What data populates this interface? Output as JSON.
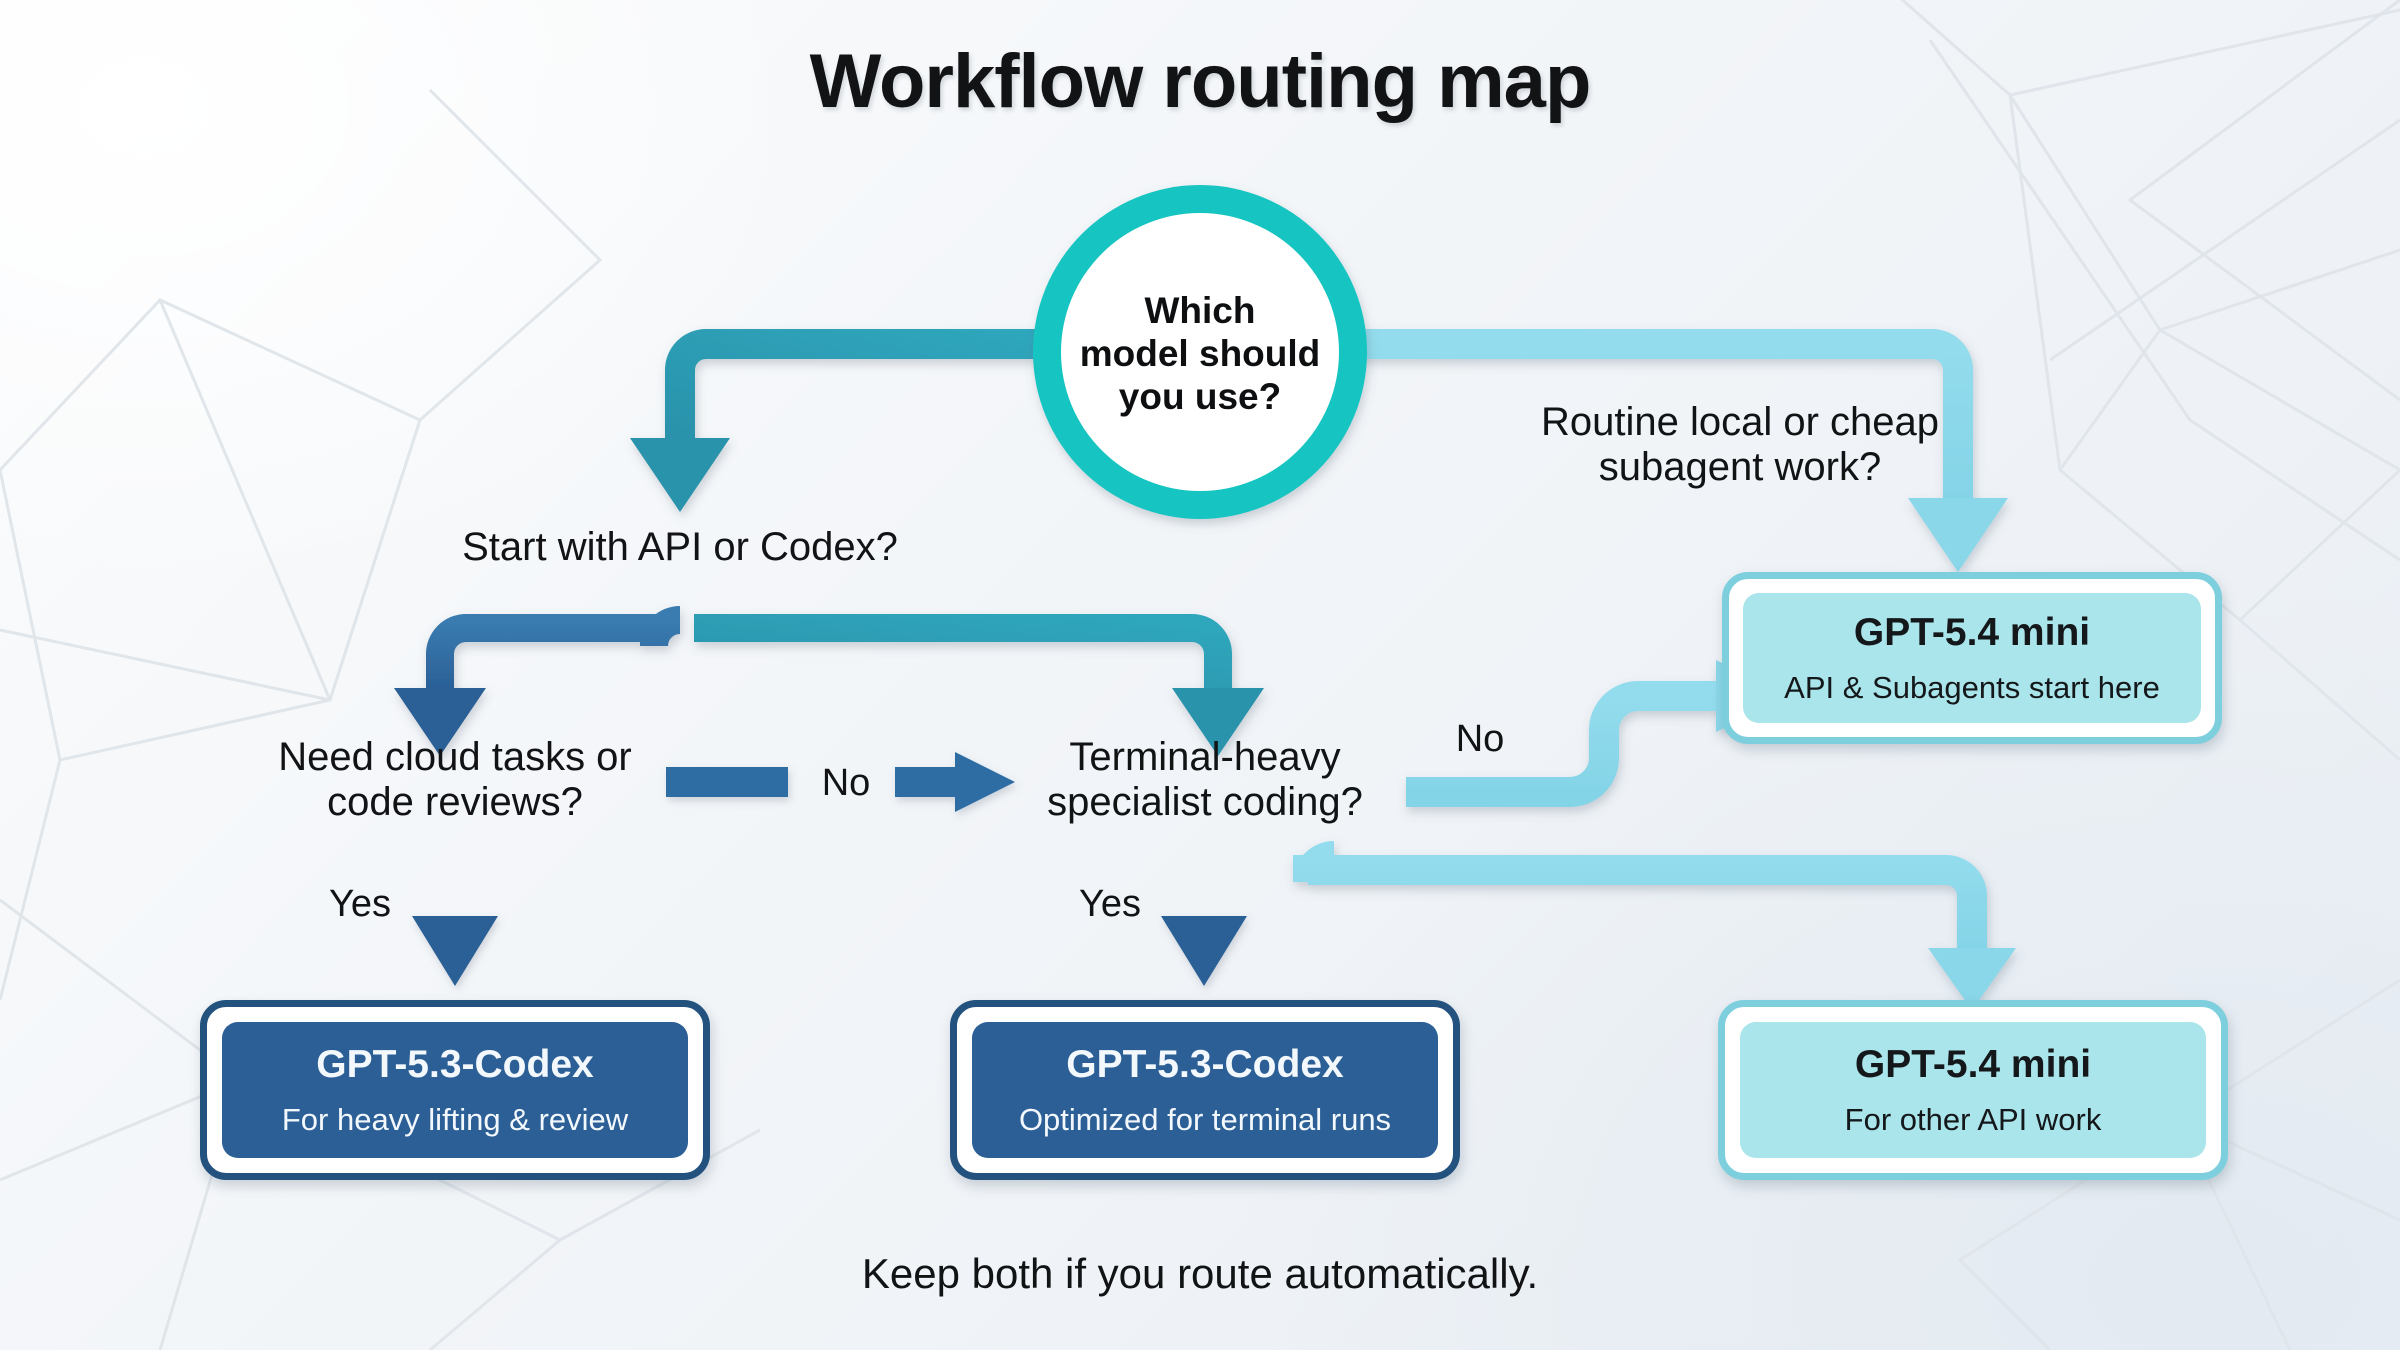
{
  "page": {
    "title": "Workflow routing map",
    "footer": "Keep both if you route automatically."
  },
  "palette": {
    "teal_ring": "#15c5c2",
    "teal_arrow": "#2e9fb6",
    "dark_blue": "#2e6da4",
    "deep_blue": "#2b5f96",
    "light_blue": "#8ddaea",
    "pale_cyan": "#a9e5ea",
    "text": "#111315",
    "background": "#f2f5f8"
  },
  "hub": {
    "name": "root-decision",
    "lines": [
      "Which",
      "model should",
      "you use?"
    ],
    "text": "Which model should you use?"
  },
  "decisions": [
    {
      "id": "start-api-or-codex",
      "lines": [
        "Start with API or Codex?"
      ]
    },
    {
      "id": "need-cloud-tasks",
      "lines": [
        "Need cloud tasks or",
        "code reviews?"
      ]
    },
    {
      "id": "terminal-heavy",
      "lines": [
        "Terminal-heavy",
        "specialist coding?"
      ]
    },
    {
      "id": "routine-local",
      "lines": [
        "Routine local or cheap",
        "subagent work?"
      ]
    }
  ],
  "edge_labels": {
    "yes_left": "Yes",
    "yes_middle": "Yes",
    "no_middle": "No",
    "no_right": "No"
  },
  "cards": [
    {
      "id": "gpt-53-codex-heavy",
      "title": "GPT-5.3-Codex",
      "subtitle": "For heavy lifting & review",
      "theme": "dark",
      "fill": "#2b5f96",
      "border": "#23527f"
    },
    {
      "id": "gpt-53-codex-terminal",
      "title": "GPT-5.3-Codex",
      "subtitle": "Optimized for terminal runs",
      "theme": "dark",
      "fill": "#2b5f96",
      "border": "#23527f"
    },
    {
      "id": "gpt-54-mini-api",
      "title": "GPT-5.4 mini",
      "subtitle": "API & Subagents start here",
      "theme": "light",
      "fill": "#a9e5ea",
      "border": "#7ecfdd"
    },
    {
      "id": "gpt-54-mini-other",
      "title": "GPT-5.4 mini",
      "subtitle": "For other API work",
      "theme": "light",
      "fill": "#a9e5ea",
      "border": "#7ecfdd"
    }
  ],
  "chart_data": {
    "type": "diagram",
    "title": "Workflow routing map",
    "nodes": [
      {
        "id": "root",
        "kind": "decision-circle",
        "label": "Which model should you use?"
      },
      {
        "id": "start",
        "kind": "decision-text",
        "label": "Start with API or Codex?"
      },
      {
        "id": "routine",
        "kind": "decision-text",
        "label": "Routine local or cheap subagent work?"
      },
      {
        "id": "cloud",
        "kind": "decision-text",
        "label": "Need cloud tasks or code reviews?"
      },
      {
        "id": "terminal",
        "kind": "decision-text",
        "label": "Terminal-heavy specialist coding?"
      },
      {
        "id": "mini-api",
        "kind": "outcome",
        "label": "GPT-5.4 mini — API & Subagents start here"
      },
      {
        "id": "codex-heavy",
        "kind": "outcome",
        "label": "GPT-5.3-Codex — For heavy lifting & review"
      },
      {
        "id": "codex-terminal",
        "kind": "outcome",
        "label": "GPT-5.3-Codex — Optimized for terminal runs"
      },
      {
        "id": "mini-other",
        "kind": "outcome",
        "label": "GPT-5.4 mini — For other API work"
      }
    ],
    "edges": [
      {
        "from": "root",
        "to": "start",
        "label": "",
        "color": "#2e9fb6"
      },
      {
        "from": "root",
        "to": "routine",
        "label": "",
        "color": "#8ddaea"
      },
      {
        "from": "routine",
        "to": "mini-api",
        "label": "",
        "color": "#8ddaea"
      },
      {
        "from": "start",
        "to": "cloud",
        "label": "",
        "color": "#2e6da4"
      },
      {
        "from": "start",
        "to": "terminal",
        "label": "",
        "color": "#2e9fb6"
      },
      {
        "from": "cloud",
        "to": "codex-heavy",
        "label": "Yes",
        "color": "#2e6da4"
      },
      {
        "from": "cloud",
        "to": "terminal",
        "label": "No",
        "color": "#2e6da4"
      },
      {
        "from": "terminal",
        "to": "codex-terminal",
        "label": "Yes",
        "color": "#2e6da4"
      },
      {
        "from": "terminal",
        "to": "mini-api",
        "label": "No",
        "color": "#8ddaea"
      },
      {
        "from": "terminal",
        "to": "mini-other",
        "label": "",
        "color": "#8ddaea"
      }
    ]
  }
}
